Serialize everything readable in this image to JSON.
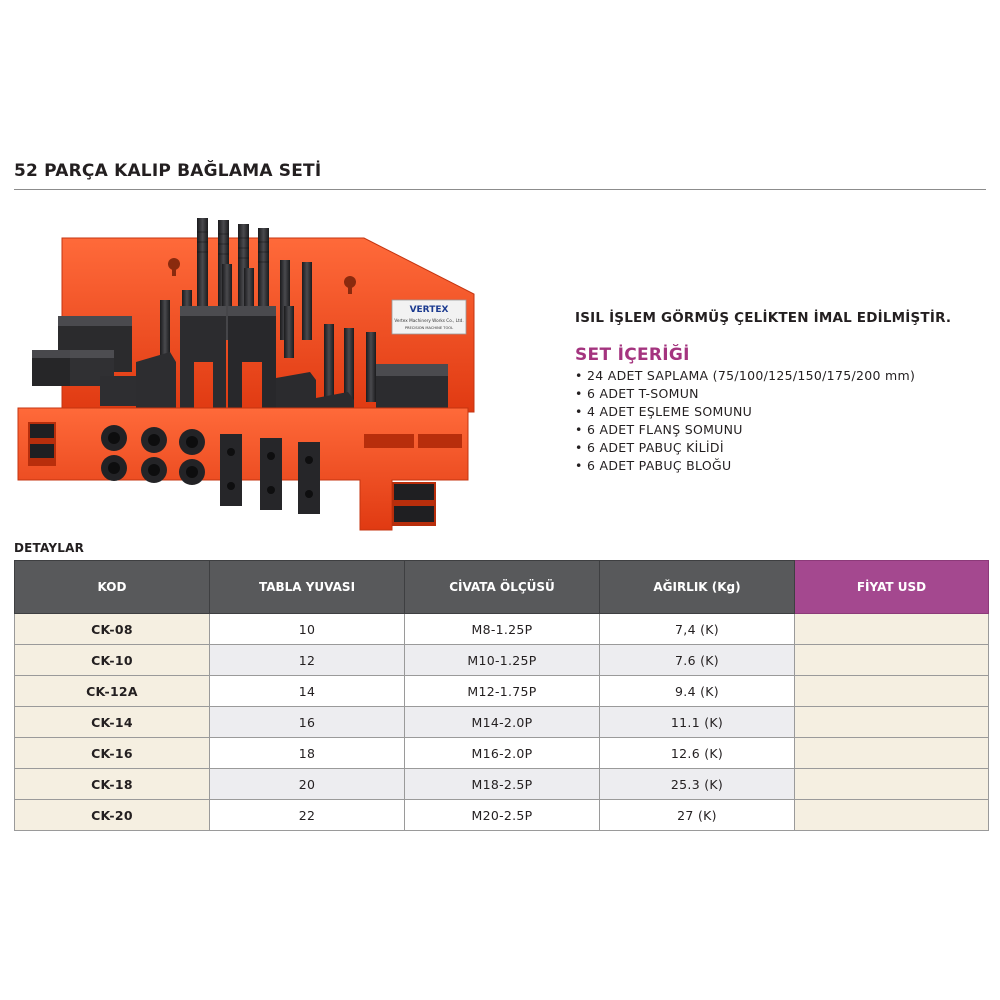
{
  "page_title": "52 PARÇA KALIP BAĞLAMA SETİ",
  "product": {
    "brand_label": "VERTEX",
    "plate_line1": "Vertex Machinery Works Co., Ltd.",
    "plate_line2": "PRECISION MACHINE TOOL",
    "feature": "ISIL İŞLEM GÖRMÜŞ ÇELİKTEN İMAL EDİLMİŞTİR.",
    "set_heading": "SET İÇERİĞİ",
    "set_items": [
      "24 ADET SAPLAMA (75/100/125/150/175/200 mm)",
      "6 ADET T-SOMUN",
      "4 ADET EŞLEME SOMUNU",
      "6 ADET FLANŞ SOMUNU",
      "6 ADET PABUÇ KİLİDİ",
      "6 ADET PABUÇ BLOĞU"
    ]
  },
  "details_label": "DETAYLAR",
  "table": {
    "headers": [
      "KOD",
      "TABLA YUVASI",
      "CİVATA ÖLÇÜSÜ",
      "AĞIRLIK (Kg)",
      "FİYAT USD"
    ],
    "rows": [
      [
        "CK-08",
        "10",
        "M8-1.25P",
        "7,4 (K)",
        ""
      ],
      [
        "CK-10",
        "12",
        "M10-1.25P",
        "7.6 (K)",
        ""
      ],
      [
        "CK-12A",
        "14",
        "M12-1.75P",
        "9.4 (K)",
        ""
      ],
      [
        "CK-14",
        "16",
        "M14-2.0P",
        "11.1 (K)",
        ""
      ],
      [
        "CK-16",
        "18",
        "M16-2.0P",
        "12.6 (K)",
        ""
      ],
      [
        "CK-18",
        "20",
        "M18-2.5P",
        "25.3 (K)",
        ""
      ],
      [
        "CK-20",
        "22",
        "M20-2.5P",
        "27 (K)",
        ""
      ]
    ]
  },
  "colors": {
    "holder_orange": "#f04a1e",
    "steel_dark": "#2a2a2c",
    "header_gray": "#58595b",
    "price_purple": "#a4488f",
    "accent_text_purple": "#a4347f",
    "code_bg": "#f5efe1"
  }
}
